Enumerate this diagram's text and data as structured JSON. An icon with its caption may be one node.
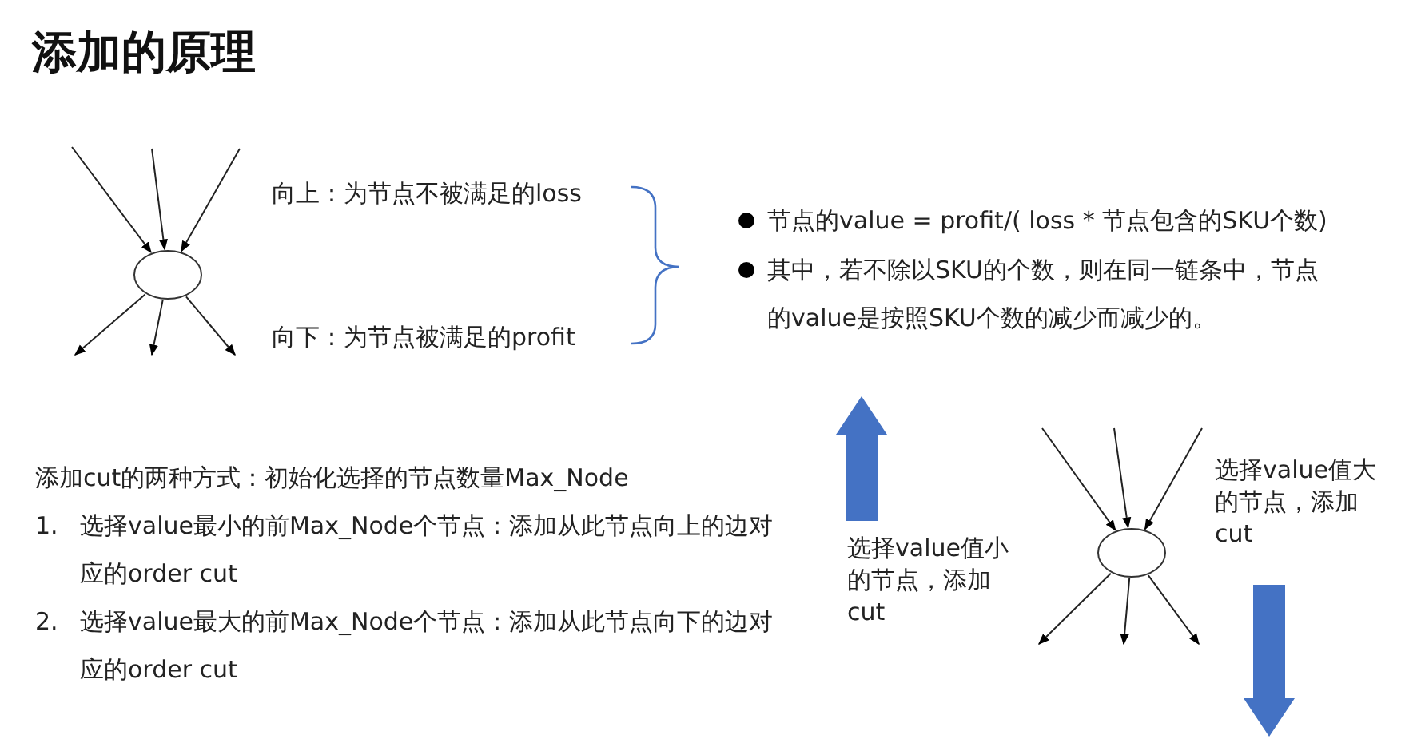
{
  "diagram": {
    "title": "添加的原理",
    "nodes": [
      {
        "text": [],
        "shape": "ellipse"
      },
      {
        "text": [],
        "shape": "ellipse"
      }
    ],
    "edges": [
      {
        "from": null,
        "to": 0,
        "arrow": "to"
      },
      {
        "from": null,
        "to": 0,
        "arrow": "to"
      },
      {
        "from": null,
        "to": 0,
        "arrow": "to"
      },
      {
        "from": 0,
        "to": null,
        "arrow": "to"
      },
      {
        "from": 0,
        "to": null,
        "arrow": "to"
      },
      {
        "from": 0,
        "to": null,
        "arrow": "to"
      },
      {
        "from": null,
        "to": 1,
        "arrow": "to"
      },
      {
        "from": null,
        "to": 1,
        "arrow": "to"
      },
      {
        "from": null,
        "to": 1,
        "arrow": "to"
      },
      {
        "from": 1,
        "to": null,
        "arrow": "to"
      },
      {
        "from": 1,
        "to": null,
        "arrow": "to"
      },
      {
        "from": 1,
        "to": null,
        "arrow": "to"
      }
    ],
    "labels": [
      "向上：为节点不被满足的loss",
      "向下：为节点被满足的profit",
      "节点的value = profit/( loss * 节点包含的SKU个数)",
      "其中，若不除以SKU的个数，则在同一链条中，节点的value是按照SKU个数的减少而减少的。",
      "添加cut的两种方式：初始化选择的节点数量Max_Node",
      "1.",
      "选择value最小的前Max_Node个节点：添加从此节点向上的边对应的order cut",
      "2.",
      "选择value最大的前Max_Node个节点：添加从此节点向下的边对应的order cut",
      "选择value值小的节点，添加cut",
      "选择value值大的节点，添加cut"
    ]
  }
}
